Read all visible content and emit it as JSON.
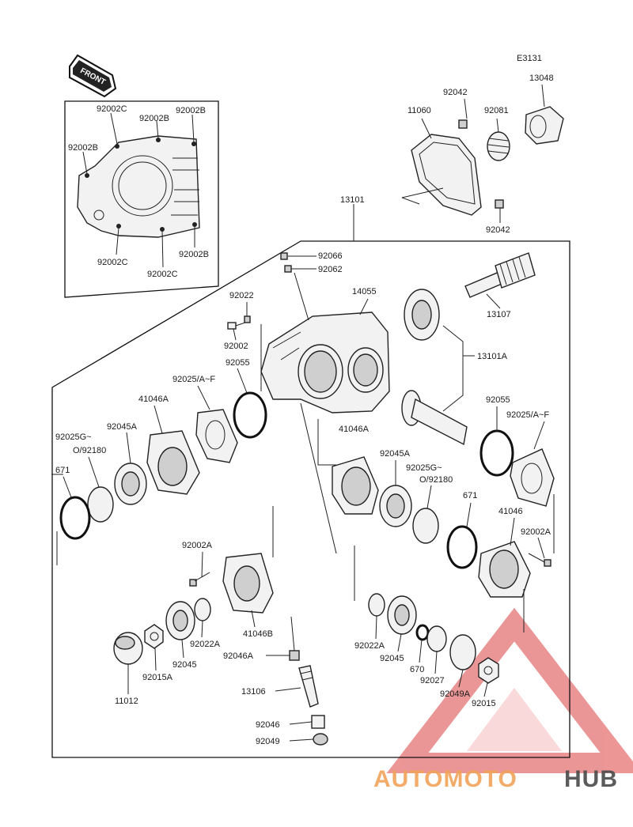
{
  "diagram": {
    "code": "E3131",
    "front_label": "FRONT",
    "labels": {
      "l92002c_tl": "92002C",
      "l92002b_t1": "92002B",
      "l92002b_t2": "92002B",
      "l92002b_l": "92002B",
      "l92002c_bl": "92002C",
      "l92002c_b": "92002C",
      "l92002b_br": "92002B",
      "l92042_t": "92042",
      "l13048": "13048",
      "l11060": "11060",
      "l92081": "92081",
      "l92042_b": "92042",
      "l13101": "13101",
      "l92066": "92066",
      "l92062": "92062",
      "l92022": "92022",
      "l14055": "14055",
      "l13107": "13107",
      "l92002": "92002",
      "l13101a": "13101A",
      "l92055_l": "92055",
      "l92025af_l": "92025/A~F",
      "l41046a_t": "41046A",
      "l92055_r": "92055",
      "l92025af_r": "92025/A~F",
      "l92025g_l": "92025G~",
      "l92180_l": "O/92180",
      "l92045a_l": "92045A",
      "l671_l": "671",
      "l41046a_m": "41046A",
      "l92045a_m": "92045A",
      "l92025g_m": "92025G~",
      "l92180_m": "O/92180",
      "l671_r": "671",
      "l41046": "41046",
      "l92002a_r": "92002A",
      "l92002a_l": "92002A",
      "l92022a_l": "92022A",
      "l41046b": "41046B",
      "l92045_l": "92045",
      "l92015a": "92015A",
      "l92046a": "92046A",
      "l11012": "11012",
      "l13106": "13106",
      "l92046": "92046",
      "l92049": "92049",
      "l92022a_r": "92022A",
      "l92045_r": "92045",
      "l670": "670",
      "l92027": "92027",
      "l92049a": "92049A",
      "l92015": "92015"
    }
  },
  "watermark": {
    "part1": "AUTOMOTO",
    "part2": "HUB",
    "color1": "#f2a35a",
    "color2": "#4a4a4a",
    "triangle_color": "#e53935"
  }
}
